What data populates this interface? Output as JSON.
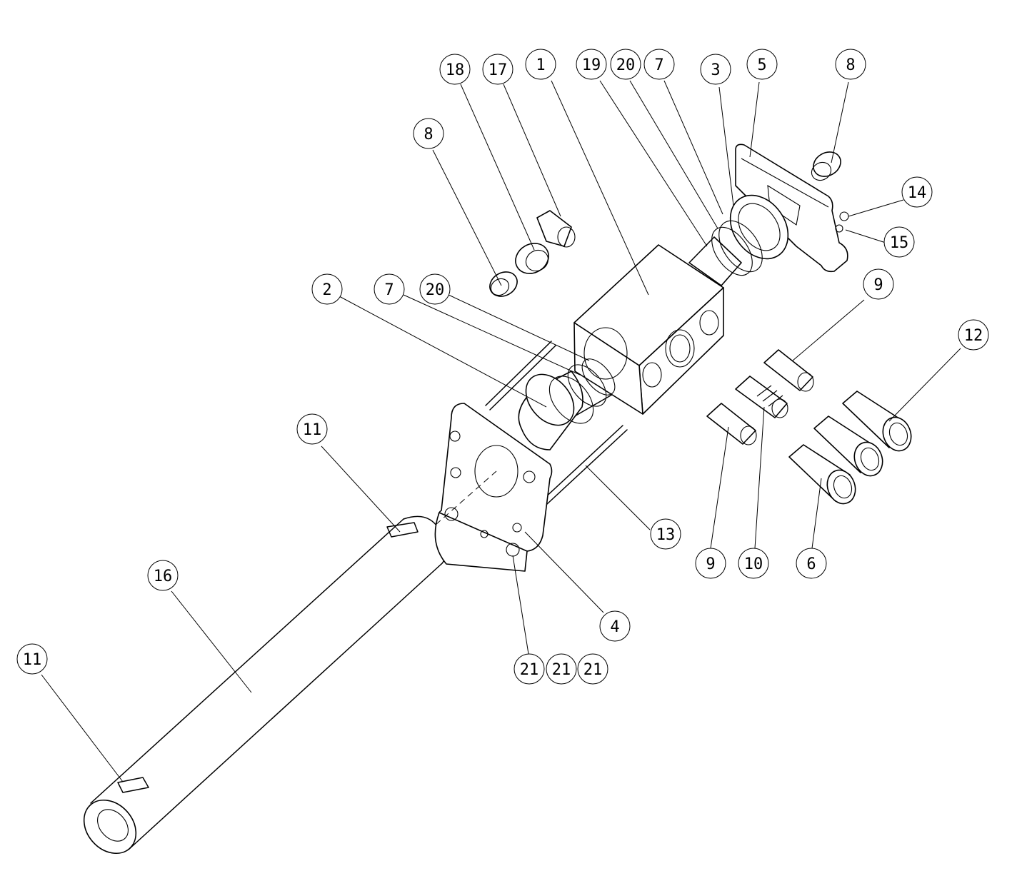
{
  "callouts": [
    {
      "label": "18"
    },
    {
      "label": "17"
    },
    {
      "label": "1"
    },
    {
      "label": "19"
    },
    {
      "label": "20"
    },
    {
      "label": "7"
    },
    {
      "label": "3"
    },
    {
      "label": "5"
    },
    {
      "label": "8"
    },
    {
      "label": "8"
    },
    {
      "label": "14"
    },
    {
      "label": "15"
    },
    {
      "label": "2"
    },
    {
      "label": "7"
    },
    {
      "label": "20"
    },
    {
      "label": "9"
    },
    {
      "label": "12"
    },
    {
      "label": "11"
    },
    {
      "label": "13"
    },
    {
      "label": "16"
    },
    {
      "label": "9"
    },
    {
      "label": "10"
    },
    {
      "label": "6"
    },
    {
      "label": "4"
    },
    {
      "label": "11"
    },
    {
      "label": "21"
    },
    {
      "label": "21"
    },
    {
      "label": "21"
    }
  ]
}
